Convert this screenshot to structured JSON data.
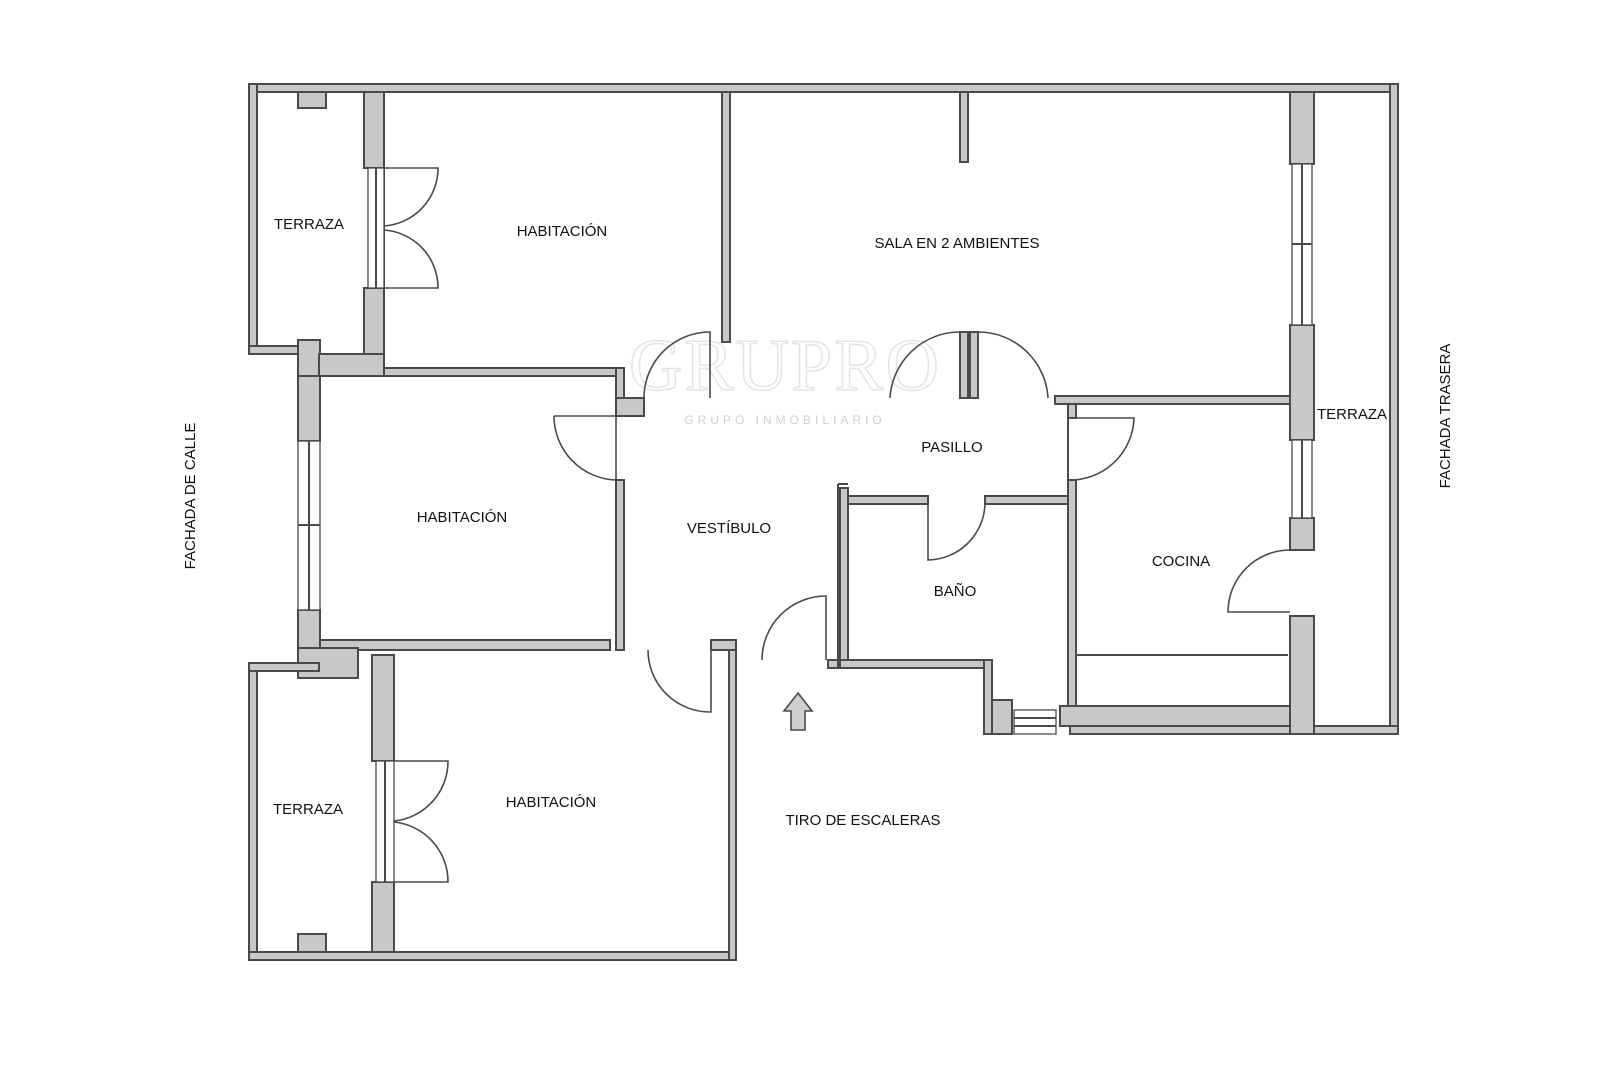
{
  "watermark": {
    "brand": "GRUPRO",
    "tagline": "GRUPO INMOBILIARIO"
  },
  "rooms": {
    "terraza_top_left": "TERRAZA",
    "habitacion_top": "HABITACIÓN",
    "sala": "SALA EN 2 AMBIENTES",
    "habitacion_middle": "HABITACIÓN",
    "vestibulo": "VESTÍBULO",
    "pasillo": "PASILLO",
    "bano": "BAÑO",
    "cocina": "COCINA",
    "terraza_right": "TERRAZA",
    "terraza_bottom_left": "TERRAZA",
    "habitacion_bottom": "HABITACIÓN"
  },
  "annotations": {
    "fachada_calle": "FACHADA DE CALLE",
    "fachada_trasera": "FACHADA TRASERA",
    "tiro_escaleras": "TIRO DE ESCALERAS"
  },
  "icons": {
    "entrance": "entrance-arrow-icon"
  },
  "colors": {
    "wall_fill": "#c8c8c8",
    "line": "#4a4a4a",
    "background": "#ffffff"
  }
}
